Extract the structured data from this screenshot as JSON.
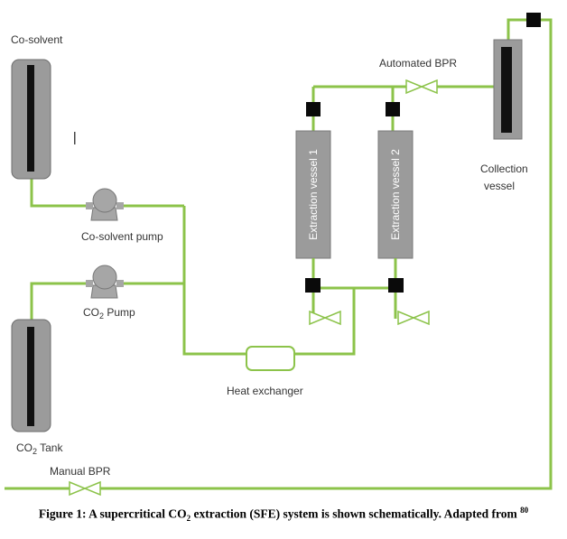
{
  "labels": {
    "cosolvent": "Co-solvent",
    "cosolvent_pump": "Co-solvent pump",
    "co2_pump_main": "CO",
    "co2_pump_sub": "2",
    "co2_pump_tail": " Pump",
    "co2_tank_main": "CO",
    "co2_tank_sub": "2",
    "co2_tank_tail": " Tank",
    "heat_exchanger": "Heat exchanger",
    "manual_bpr": "Manual BPR",
    "automated_bpr": "Automated BPR",
    "vessel1": "Extraction vessel 1",
    "vessel2": "Extraction vessel 2",
    "collection_line1": "Collection",
    "collection_line2": "vessel"
  },
  "caption": {
    "prefix": "Figure 1: A supercritical CO",
    "sub": "2",
    "suffix": " extraction (SFE) system is shown schematically. Adapted from ",
    "ref": "80"
  },
  "colors": {
    "pipe": "#8cc34a",
    "vessel_fill": "#9b9b9b",
    "vessel_core": "#111111",
    "valve_block": "#0a0a0a",
    "pump": "#a6a6a6"
  }
}
